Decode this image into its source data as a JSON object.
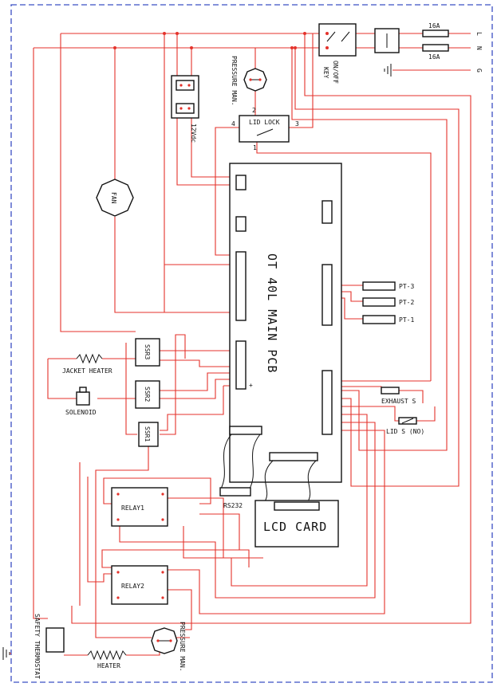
{
  "board": {
    "title": "OT 40L MAIN PCB"
  },
  "lcd": {
    "label": "LCD CARD"
  },
  "rs232": {
    "label": "RS232"
  },
  "power": {
    "switch_label": "ON/OFF",
    "switch_sublabel": "KEY",
    "fuse_top": "16A",
    "fuse_bottom": "16A",
    "terminals": [
      "L",
      "N",
      "G"
    ]
  },
  "components": {
    "pressure_top": "PRESSURE MAN.",
    "lid_lock": "LID LOCK",
    "lid_lock_pin_top": "2",
    "lid_lock_pin_left": "4",
    "lid_lock_pin_right": "3",
    "lid_lock_pin_bottom": "1",
    "psu": "12Vdc",
    "fan": "FAN",
    "ssr3": "SSR3",
    "ssr2": "SSR2",
    "ssr1": "SSR1",
    "jacket_heater": "JACKET HEATER",
    "solenoid": "SOLENOID",
    "relay1": "RELAY1",
    "relay2": "RELAY2",
    "pt3": "PT-3",
    "pt2": "PT-2",
    "pt1": "PT-1",
    "exhaust": "EXHAUST S",
    "lid_s": "LID S (NO)",
    "safety_thermostat": "SAFETY THERMOSTAT",
    "heater": "HEATER",
    "pressure_bottom": "PRESSURE MAN.",
    "connector_mark": "+"
  }
}
